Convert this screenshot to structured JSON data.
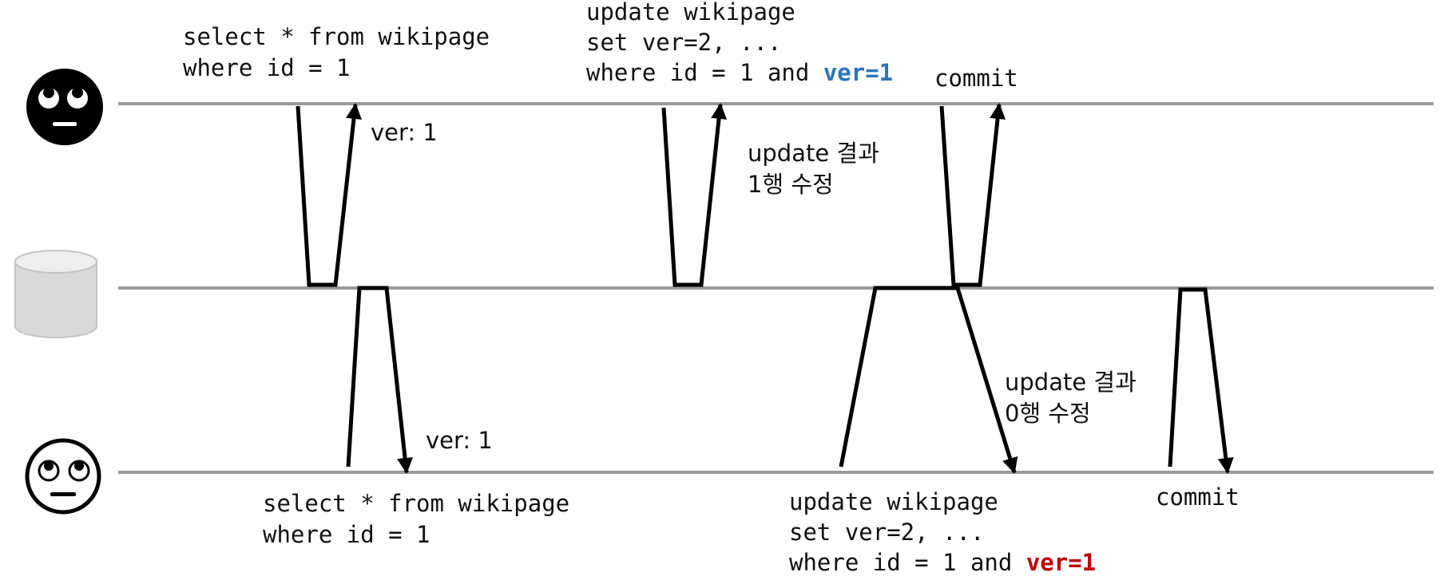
{
  "colors": {
    "lane": "#9a9a9a",
    "arrow": "#000000",
    "text": "#111111",
    "highlight_top": "#2e75b6",
    "highlight_bottom": "#c00000",
    "db_cylinder": "#d9d9d9"
  },
  "actors": {
    "top_user": {
      "icon": "eye-roll-face-icon-filled"
    },
    "database": {
      "icon": "database-cylinder-icon"
    },
    "bottom_user": {
      "icon": "eye-roll-face-icon-outline"
    }
  },
  "top": {
    "select_line1": "select * from wikipage",
    "select_line2": "where id = 1",
    "select_result": "ver: 1",
    "update_line1": "update wikipage",
    "update_line2": "set ver=2, ...",
    "update_line3_prefix": "where id = 1 and ",
    "update_line3_highlight": "ver=1",
    "update_result_line1": "update 결과",
    "update_result_line2": "1행 수정",
    "commit": "commit"
  },
  "bottom": {
    "select_line1": "select * from wikipage",
    "select_line2": "where id = 1",
    "select_result": "ver: 1",
    "update_line1": "update wikipage",
    "update_line2": "set ver=2, ...",
    "update_line3_prefix": "where id = 1 and ",
    "update_line3_highlight": "ver=1",
    "update_result_line1": "update 결과",
    "update_result_line2": "0행 수정",
    "commit": "commit"
  }
}
